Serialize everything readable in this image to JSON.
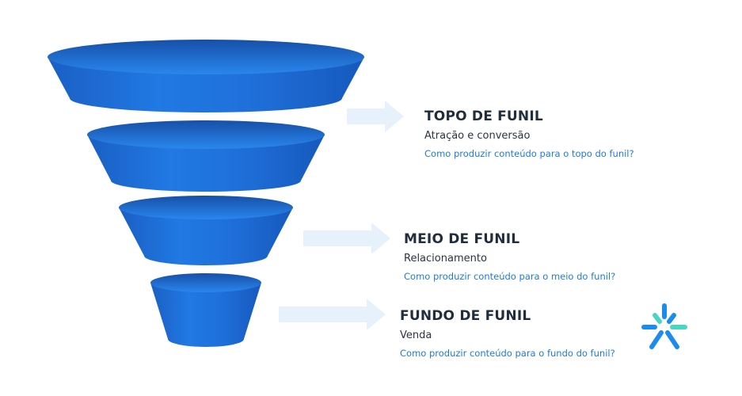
{
  "colors": {
    "funnel_body": "#1f6fd9",
    "funnel_top": "#2c8af0",
    "funnel_inner": "#1651ad",
    "arrow": "#e7f1fc",
    "title": "#1f2d3d",
    "link": "#1f7bd8",
    "logo_primary": "#1a8cf0",
    "logo_secondary": "#48d6c4"
  },
  "stages": [
    {
      "title": "TOPO DE FUNIL",
      "subtitle": "Atração e conversão",
      "link": "Como produzir conteúdo para o topo do funil?"
    },
    {
      "title": "MEIO DE FUNIL",
      "subtitle": "Relacionamento",
      "link": "Como produzir conteúdo para o meio do funil?"
    },
    {
      "title": "FUNDO DE FUNIL",
      "subtitle": "Venda",
      "link": "Como produzir conteúdo para o fundo do funil?"
    }
  ],
  "logo": {
    "icon": "brand-logo-icon"
  }
}
